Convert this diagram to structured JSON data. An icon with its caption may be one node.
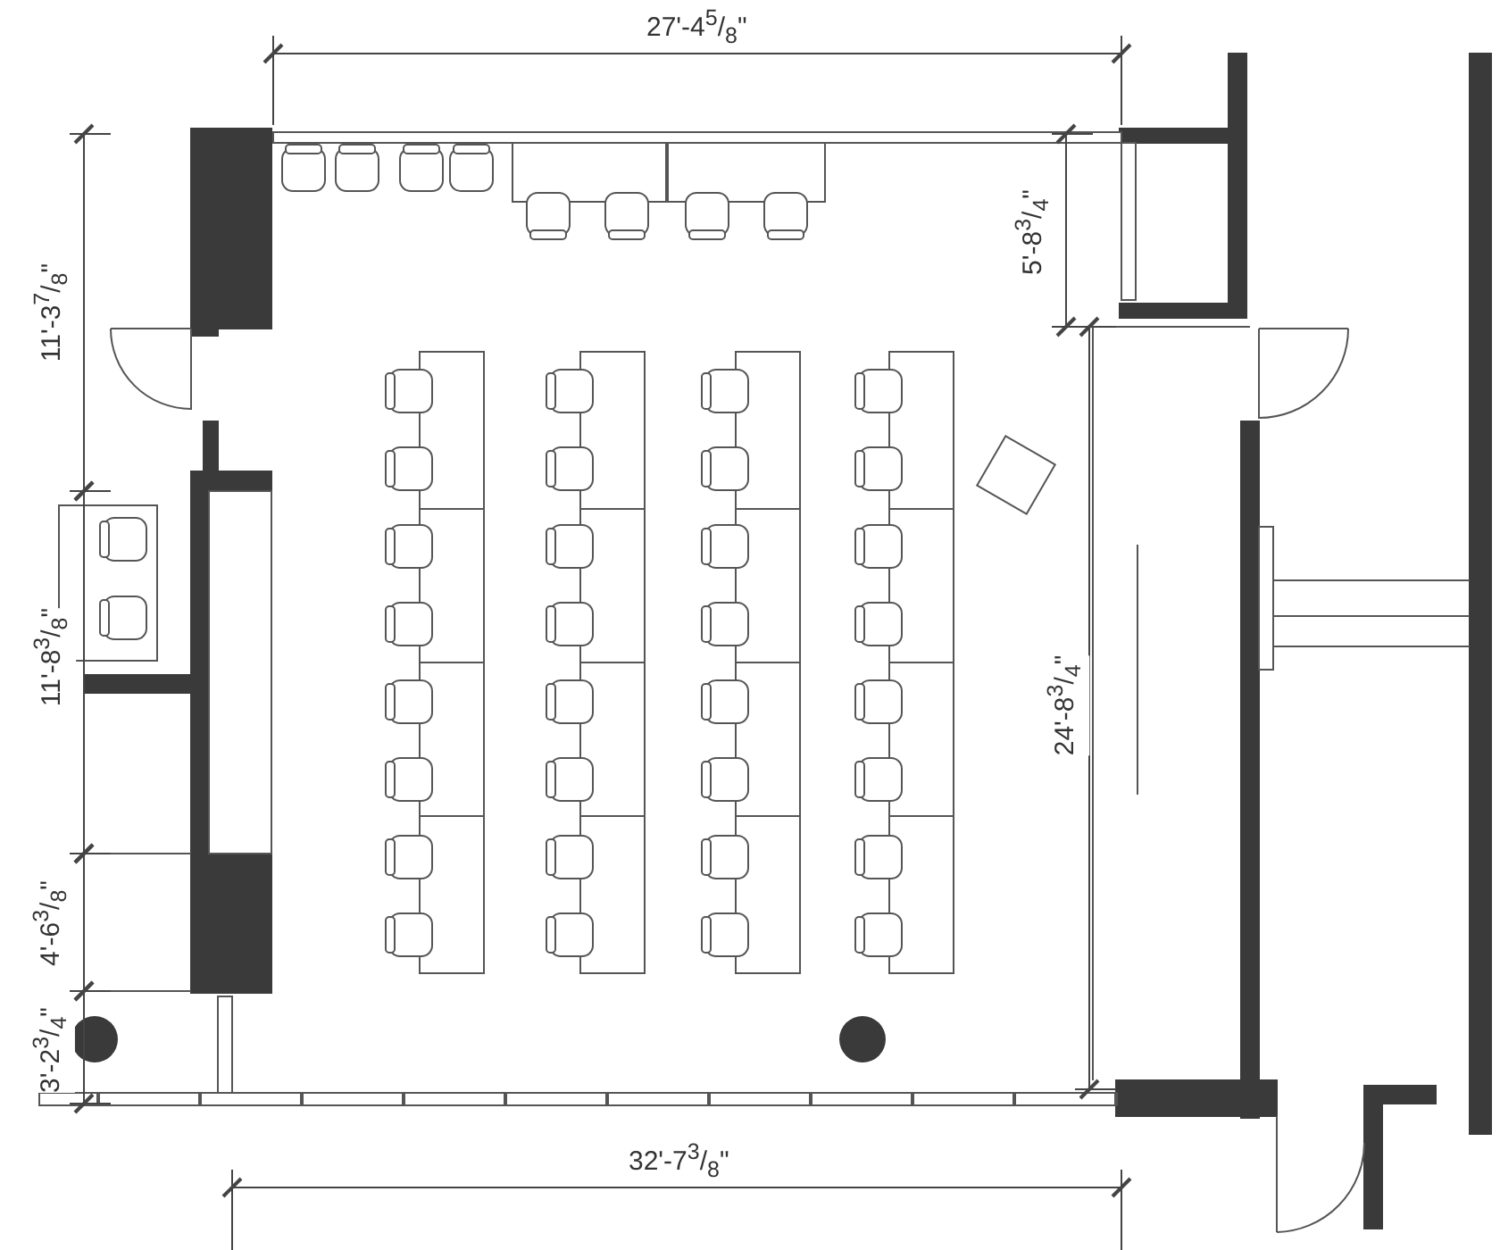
{
  "diagram": {
    "labels": [
      "27'-4$^{5}$/$_{8}$\"",
      "11'-3$^{7}$/$_{8}$\"",
      "5'-8$^{3}$/$_{4}$\"",
      "24'-8$^{3}$/$_{4}$\"",
      "11'-8$^{3}$/$_{8}$\"",
      "4'-6$^{3}$/$_{8}$\"",
      "3'-2$^{3}$/$_{4}$\"",
      "32'-7$^{3}$/$_{8}$\""
    ]
  }
}
